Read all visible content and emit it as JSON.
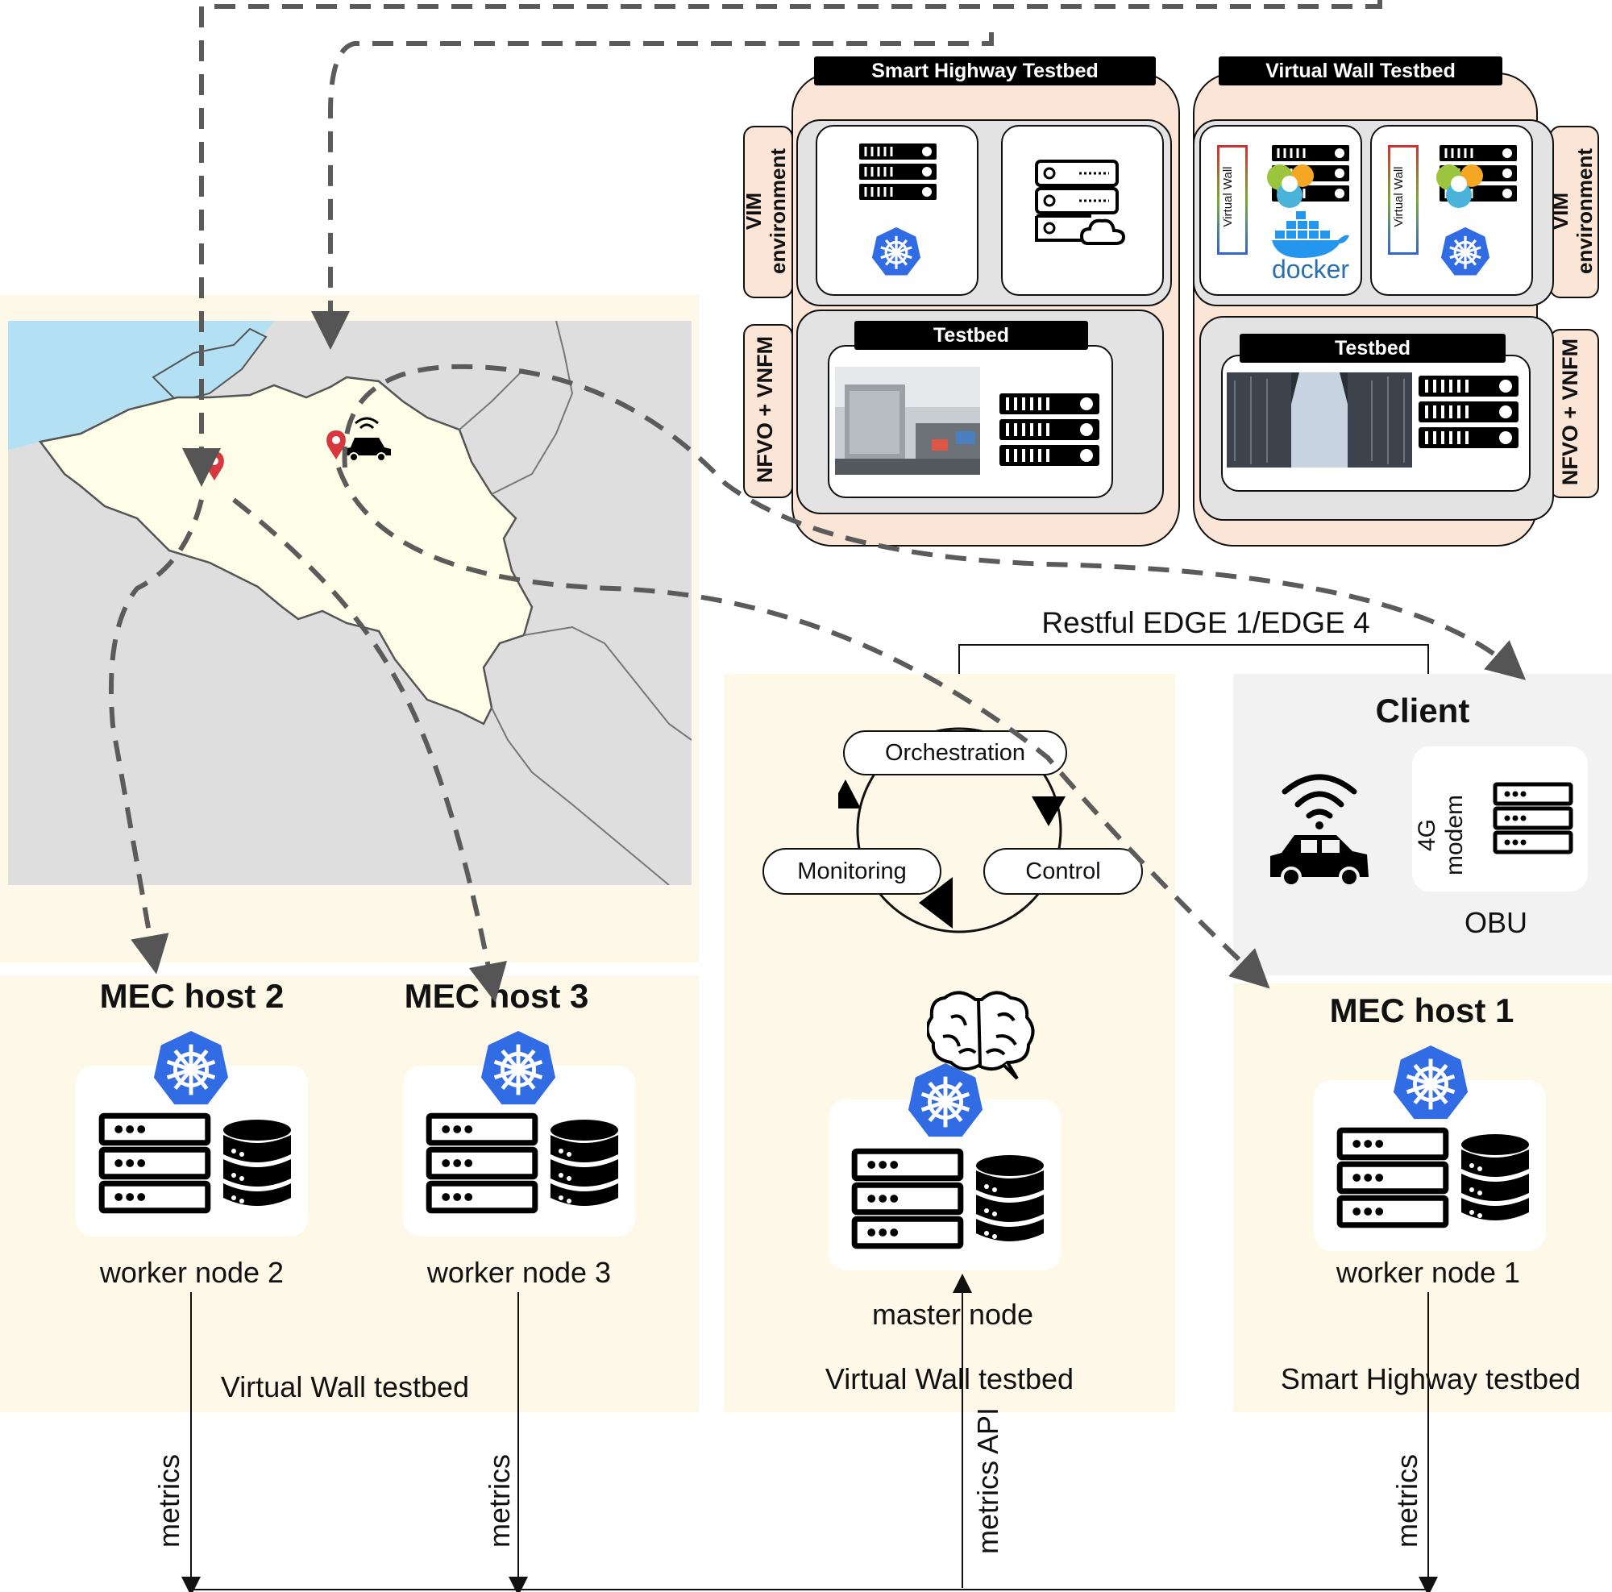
{
  "testbeds": {
    "smart_highway": {
      "title": "Smart Highway Testbed",
      "vim_label": "VIM environment",
      "nfvo_label": "NFVO + VNFM",
      "testbed_label": "Testbed"
    },
    "virtual_wall": {
      "title": "Virtual Wall Testbed",
      "vim_label": "VIM environment",
      "nfvo_label": "NFVO + VNFM",
      "testbed_label": "Testbed",
      "virtual_wall_badge": "Virtual Wall",
      "docker_label": "docker"
    }
  },
  "link_label": "Restful EDGE 1/EDGE 4",
  "client": {
    "title": "Client",
    "modem_line1": "4G",
    "modem_line2": "modem",
    "obu_label": "OBU"
  },
  "control_loop": {
    "orchestration": "Orchestration",
    "monitoring": "Monitoring",
    "control": "Control"
  },
  "hosts": {
    "mec2": {
      "title": "MEC host 2",
      "node": "worker node 2"
    },
    "mec3": {
      "title": "MEC host 3",
      "node": "worker node 3"
    },
    "mec1": {
      "title": "MEC host 1",
      "node": "worker node 1"
    },
    "master": {
      "node": "master node"
    }
  },
  "testbed_captions": {
    "left": "Virtual Wall testbed",
    "center": "Virtual Wall testbed",
    "right": "Smart Highway testbed"
  },
  "bottom_labels": {
    "metrics": "metrics",
    "metrics_api": "metrics API"
  },
  "colors": {
    "panel": "#fdf8e7",
    "testbed_outer": "#fbe5d6",
    "testbed_inner": "#e3e3e3",
    "k8s_blue": "#326ce5",
    "pin_red": "#d9363e",
    "sea": "#b3e0f2",
    "land_grey": "#dedede",
    "belgium": "#fdfde8"
  }
}
